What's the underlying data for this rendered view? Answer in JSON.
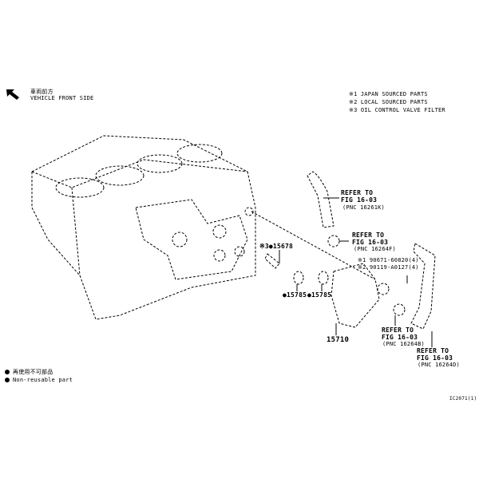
{
  "direction": {
    "label_jp": "車両前方",
    "label_en": "VEHICLE FRONT SIDE",
    "icon": "arrow-up-left-icon"
  },
  "notes": [
    "※1 JAPAN SOURCED PARTS",
    "※2 LOCAL SOURCED PARTS",
    "※3 OIL CONTROL VALVE FILTER"
  ],
  "callouts": {
    "ref1": {
      "line1": "REFER TO",
      "line2": "FIG 16-03",
      "line3": "(PNC 16261K)"
    },
    "ref2": {
      "line1": "REFER TO",
      "line2": "FIG 16-03",
      "line3": "(PNC 16264F)"
    },
    "ref3": {
      "line1": "REFER TO",
      "line2": "FIG 16-03",
      "line3": "(PNC 16264B)"
    },
    "ref4": {
      "line1": "REFER TO",
      "line2": "FIG 16-03",
      "line3": "(PNC 16264D)"
    },
    "bolt1": "※1 90671-60820(4)",
    "bolt2": "※2 90119-A0127(4)",
    "p15678": "※3●15678",
    "p15785a": "●15785",
    "p15785b": "●15785",
    "p15710": "15710"
  },
  "legend": {
    "jp": "再使用不可部品",
    "en": "Non-reusable part",
    "icon": "filled-dot-icon"
  },
  "figure_id": "IC2071(1)"
}
